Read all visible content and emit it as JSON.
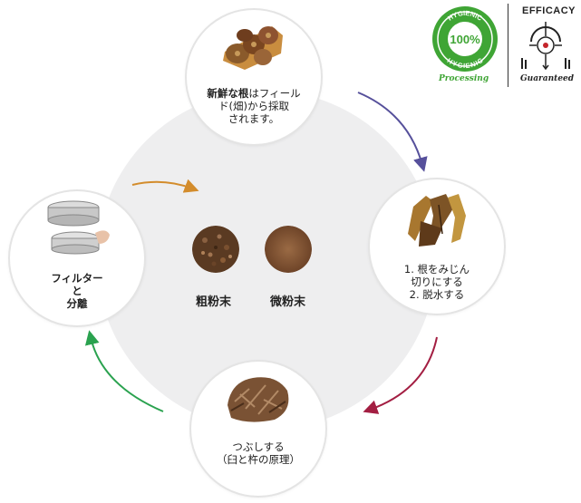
{
  "steps": [
    {
      "bold": "新鮮な根",
      "text": "はフィール",
      "line2": "ド(畑)から採取",
      "line3": "されます。"
    },
    {
      "line1": "1. 根をみじん",
      "line2": "切りにする",
      "line3": "2. 脱水する"
    },
    {
      "line1": "つぶしする",
      "line2": "（臼と杵の原理）"
    },
    {
      "line1": "フィルター",
      "line2": "と",
      "line3": "分離"
    }
  ],
  "center": {
    "coarse_label": "粗粉末",
    "fine_label": "微粉末"
  },
  "badges": {
    "hygienic_top": "HYGIENIC",
    "hygienic_bottom": "HYGIENIC",
    "hygienic_center": "100%",
    "hygienic_caption": "Processing",
    "efficacy_title": "EFFICACY",
    "efficacy_caption": "Guaranteed"
  },
  "colors": {
    "arrow1": "#56509b",
    "arrow2": "#a31e42",
    "arrow3": "#2aa24f",
    "arrow4": "#d38c2c",
    "badge_green": "#3fa535"
  }
}
